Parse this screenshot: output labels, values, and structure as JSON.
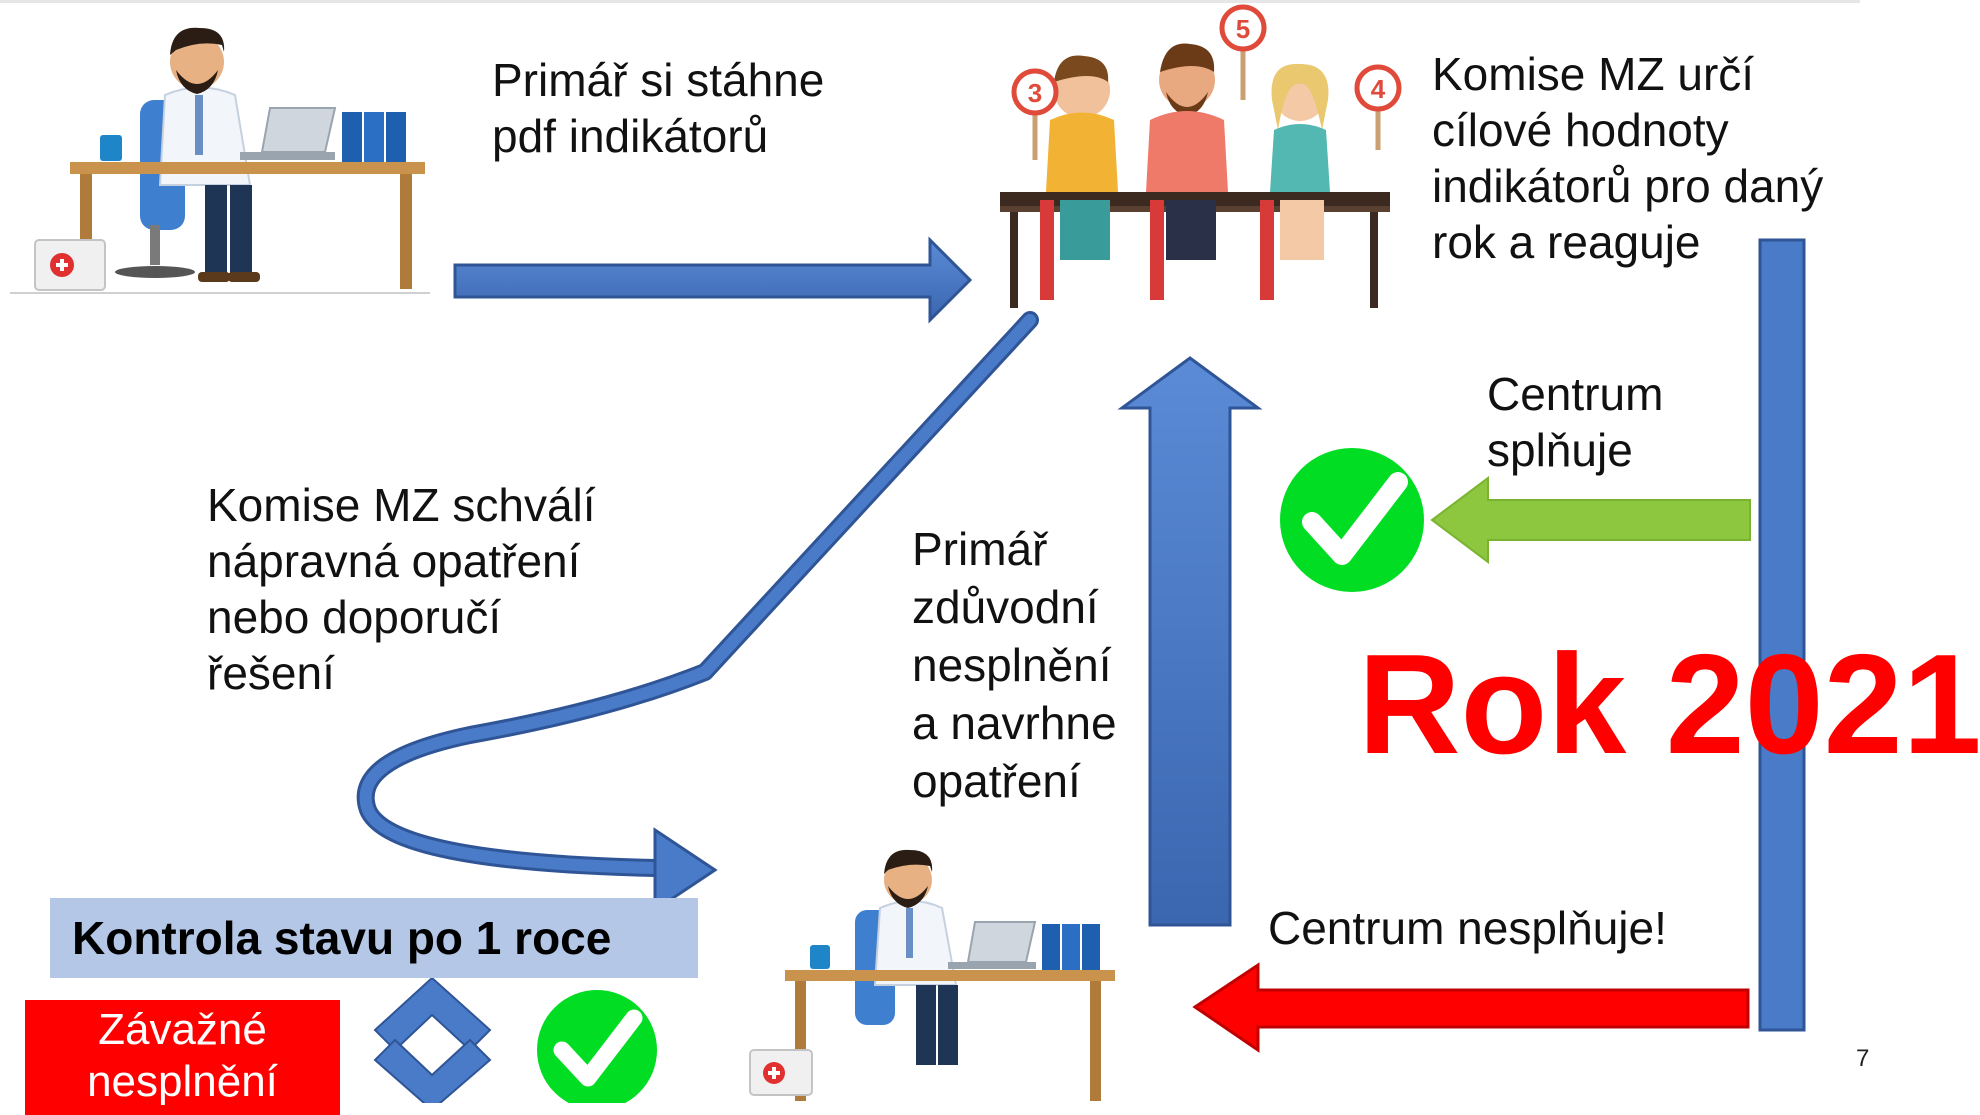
{
  "texts": {
    "primar_stahne": [
      "Primář si stáhne",
      "pdf indikátorů"
    ],
    "komise_urci": [
      "Komise MZ určí",
      "cílové hodnoty",
      "indikátorů pro daný",
      "rok a reaguje"
    ],
    "centrum_splnuje": [
      "Centrum",
      "splňuje"
    ],
    "komise_schvali": [
      "Komise MZ schválí",
      "nápravná opatření",
      "nebo doporučí",
      "řešení"
    ],
    "primar_zduvodni": [
      "Primář",
      "zdůvodní",
      "nesplnění",
      "a navrhne",
      "opatření"
    ],
    "centrum_nesplnuje": "Centrum nesplňuje!",
    "rok": "Rok 2021",
    "kontrola": "Kontrola stavu po 1 roce",
    "zavazne": [
      "Závažné",
      "nesplnění"
    ],
    "page_number": "7"
  },
  "committee_cards": [
    "3",
    "5",
    "4"
  ],
  "colors": {
    "blue_arrow": "#4472c4",
    "blue_arrow_dark": "#2f5597",
    "green_arrow": "#8dc63f",
    "red_arrow": "#ff0000",
    "check_green": "#00dd22",
    "rok_red": "#ff0000",
    "kontrola_bg": "#b4c7e7"
  },
  "icons": [
    "doctor-at-desk-illustration",
    "committee-judges-illustration",
    "checkmark-icon",
    "double-chevron-icon"
  ]
}
